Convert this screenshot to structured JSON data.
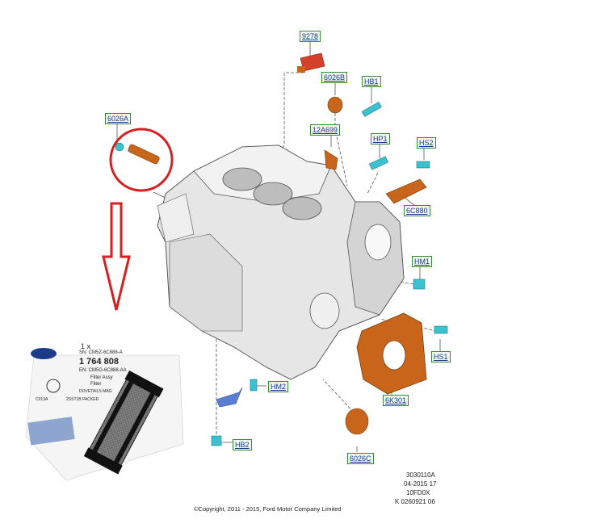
{
  "callouts": [
    {
      "id": "9278",
      "text": "9278"
    },
    {
      "id": "6026B",
      "text": "6026B"
    },
    {
      "id": "HB1",
      "text": "HB1"
    },
    {
      "id": "6026A",
      "text": "6026A"
    },
    {
      "id": "12A699",
      "text": "12A699"
    },
    {
      "id": "HP1",
      "text": "HP1"
    },
    {
      "id": "HS2",
      "text": "HS2"
    },
    {
      "id": "6C880",
      "text": "6C880"
    },
    {
      "id": "HM1",
      "text": "HM1"
    },
    {
      "id": "HS1",
      "text": "HS1"
    },
    {
      "id": "HM2",
      "text": "HM2"
    },
    {
      "id": "6K301",
      "text": "6K301"
    },
    {
      "id": "HB2",
      "text": "HB2"
    },
    {
      "id": "6026C",
      "text": "6026C"
    }
  ],
  "meta": {
    "line1": "3030110A",
    "line2": "04-2015 17",
    "line3": "10FD0X",
    "line4": "K 0260921 06"
  },
  "copyright": "©Copyright, 2011 - 2015, Ford Motor Company Limited",
  "label": {
    "qty": "1 x",
    "part_no": "1 764 808",
    "line_sn": "SN: CM5Z-6C888-A",
    "line_en": "EN: CM5G-6C888-AA",
    "line_desc1": "Filter Assy",
    "line_desc2": "Filter",
    "line_small": "DOVETAILS MAG",
    "line_c": "C013A",
    "line_d": "2SST1B  PACKED"
  },
  "colors": {
    "callout_border": "#3a8a3a",
    "callout_text": "#1a3a8a",
    "highlight_circle": "#d81e1e",
    "arrow": "#d81e1e",
    "part_orange": "#c8651a",
    "part_cyan": "#3bc1d0",
    "block_gray": "#d9d9d9"
  }
}
